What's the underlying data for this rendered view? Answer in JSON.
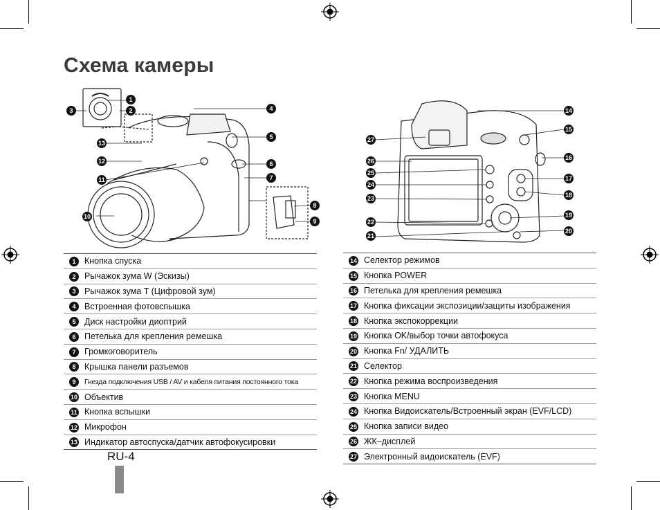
{
  "title": "Схема камеры",
  "page_number": "RU-4",
  "left_items": [
    {
      "num": "1",
      "label": "Кнопка спуска"
    },
    {
      "num": "2",
      "label": "Рычажок зума W (Эскизы)"
    },
    {
      "num": "3",
      "label": "Рычажок зума T (Цифровой зум)"
    },
    {
      "num": "4",
      "label": "Встроенная фотовспышка"
    },
    {
      "num": "5",
      "label": "Диск настройки диоптрий"
    },
    {
      "num": "6",
      "label": "Петелька для крепления ремешка"
    },
    {
      "num": "7",
      "label": "Громкоговоритель"
    },
    {
      "num": "8",
      "label": "Крышка панели разъемов"
    },
    {
      "num": "9",
      "label": "Гнезда подключения USB / AV и кабеля питания постоянного тока"
    },
    {
      "num": "10",
      "label": "Объектив"
    },
    {
      "num": "11",
      "label": "Кнопка вспышки"
    },
    {
      "num": "12",
      "label": "Микрофон"
    },
    {
      "num": "13",
      "label": "Индикатор автоспуска/датчик автофокусировки"
    }
  ],
  "right_items": [
    {
      "num": "14",
      "label": "Селектор режимов"
    },
    {
      "num": "15",
      "label": "Кнопка POWER"
    },
    {
      "num": "16",
      "label": "Петелька для крепления ремешка"
    },
    {
      "num": "17",
      "label": "Кнопка фиксации экспозиции/защиты изображения"
    },
    {
      "num": "18",
      "label": "Кнопка экспокоррекции"
    },
    {
      "num": "19",
      "label": "Кнопка OK/выбор точки автофокуса"
    },
    {
      "num": "20",
      "label": "Кнопка Fn/ УДАЛИТЬ"
    },
    {
      "num": "21",
      "label": "Селектор"
    },
    {
      "num": "22",
      "label": "Кнопка режима воспроизведения"
    },
    {
      "num": "23",
      "label": "Кнопка MENU"
    },
    {
      "num": "24",
      "label": "Кнопка Видоискатель/Встроенный экран (EVF/LCD)"
    },
    {
      "num": "25",
      "label": "Кнопка записи видео"
    },
    {
      "num": "26",
      "label": "ЖК–дисплей"
    },
    {
      "num": "27",
      "label": "Электронный видоискатель (EVF)"
    }
  ],
  "front_callouts": [
    "1",
    "2",
    "3",
    "4",
    "5",
    "6",
    "7",
    "8",
    "9",
    "10",
    "11",
    "12",
    "13"
  ],
  "back_callouts": [
    "14",
    "15",
    "16",
    "17",
    "18",
    "19",
    "20",
    "21",
    "22",
    "23",
    "24",
    "25",
    "26",
    "27"
  ],
  "colors": {
    "accent_tab": "#8a8a8a",
    "badge": "#111111",
    "title": "#3a3a3a"
  }
}
